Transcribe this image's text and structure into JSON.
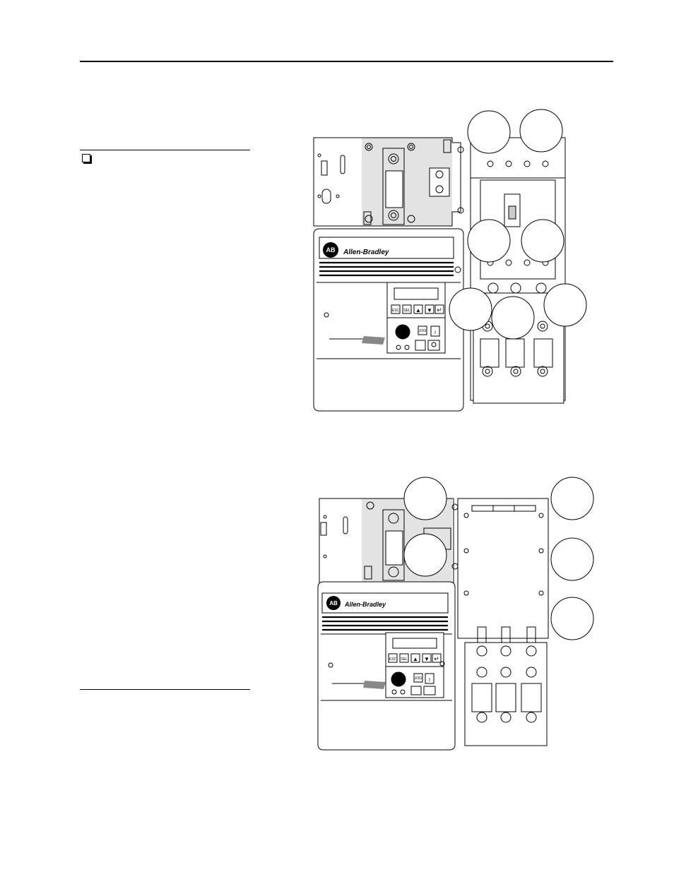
{
  "page": {
    "checklist_marker": "checkbox",
    "figure_top": {
      "brand_logo_text": "AB",
      "brand_name": "Allen-Bradley",
      "keypad": {
        "esc_label": "ESC",
        "sel_label": "SEL",
        "jog_label": "JOG",
        "start_label": "I",
        "up_icon": "up-arrow-icon",
        "down_icon": "down-arrow-icon",
        "enter_icon": "enter-icon"
      },
      "callout_count": 7
    },
    "figure_bottom": {
      "brand_logo_text": "AB",
      "brand_name": "Allen-Bradley",
      "keypad": {
        "esc_label": "ESC",
        "sel_label": "SEL",
        "jog_label": "JOG",
        "start_label": "I"
      },
      "callout_count": 5
    }
  }
}
